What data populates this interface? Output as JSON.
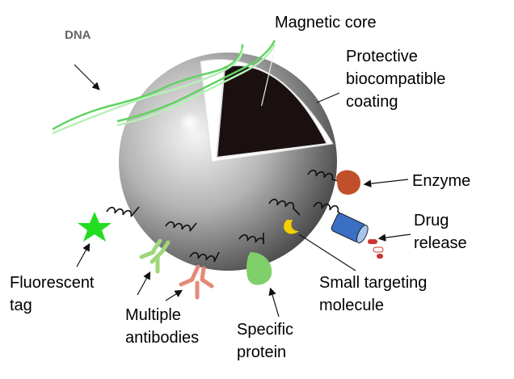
{
  "labels": {
    "dna": "DNA",
    "magnetic_core": "Magnetic core",
    "coating_1": "Protective",
    "coating_2": "biocompatible",
    "coating_3": "coating",
    "enzyme": "Enzyme",
    "drug_1": "Drug",
    "drug_2": "release",
    "fluor_1": "Fluorescent",
    "fluor_2": "tag",
    "small_1": "Small targeting",
    "small_2": "molecule",
    "antibodies_1": "Multiple",
    "antibodies_2": "antibodies",
    "protein_1": "Specific",
    "protein_2": "protein"
  },
  "colors": {
    "dna": "#5fd35f",
    "core": "#1a1010",
    "star": "#22dd22",
    "enzyme": "#c0502a",
    "drug_capsule": "#3a6fc4",
    "small_molecule": "#f5d000",
    "antibody_green": "#9ed77a",
    "antibody_red": "#e58a78",
    "protein": "#7fcf6a"
  }
}
